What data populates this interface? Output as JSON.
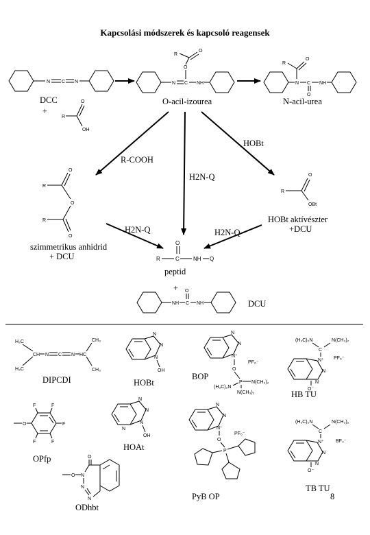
{
  "title": "Kapcsolási módszerek és kapcsoló reagensek",
  "labels": {
    "dcc": "DCC",
    "plus": "+",
    "o_acyl": "O-acil-izourea",
    "n_acyl": "N-acil-urea",
    "hobt_arrow": "HOBt",
    "rcooh_arrow": "R-COOH",
    "h2nq": "H2N-Q",
    "anhydride_1": "szimmetrikus anhidrid",
    "anhydride_2": "+ DCU",
    "active_ester_1": "HOBt aktívészter",
    "active_ester_2": "+DCU",
    "peptide": "peptid",
    "plus2": "+",
    "dcu": "DCU"
  },
  "reagents": {
    "dipcdi": "DIPCDI",
    "hobt": "HOBt",
    "bop": "BOP",
    "hbtu": "HB TU",
    "opfp": "OPfp",
    "hoat": "HOAt",
    "pybop": "PyB OP",
    "tbtu": "TB TU",
    "odhbt": "ODhbt",
    "page_number": "8"
  },
  "atoms": {
    "R": "R",
    "O": "O",
    "N": "N",
    "C": "C",
    "H": "H",
    "OH": "OH",
    "OBt": "OBt",
    "NH": "NH",
    "Q": "Q",
    "F": "F",
    "CH": "CH",
    "HC": "HC",
    "CH3": "CH₃",
    "H3C": "H₃C",
    "P": "P",
    "PF6": "PF₆⁻",
    "BF4": "BF₄⁻",
    "Ominus": "O⁻",
    "NMe2L": "(H₃C)₂N",
    "NMe2R": "N(CH₃)₂",
    "N_plus": "N⁺"
  }
}
